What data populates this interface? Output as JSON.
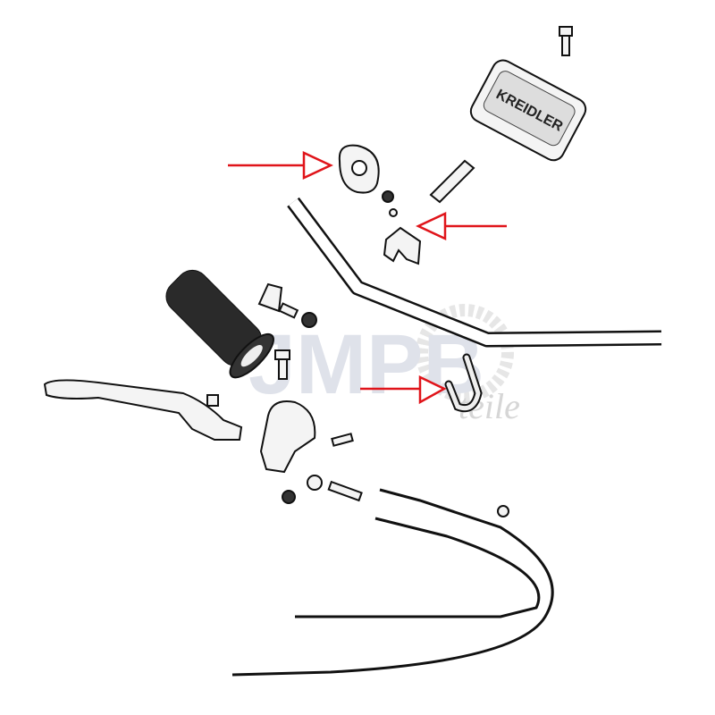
{
  "diagram": {
    "brand_label": "KREIDLER",
    "watermark": {
      "logo": "JMPB",
      "sub": "teile"
    },
    "colors": {
      "arrow": "#e0141a",
      "line": "#111111",
      "watermark": "#dfe2ea"
    }
  }
}
